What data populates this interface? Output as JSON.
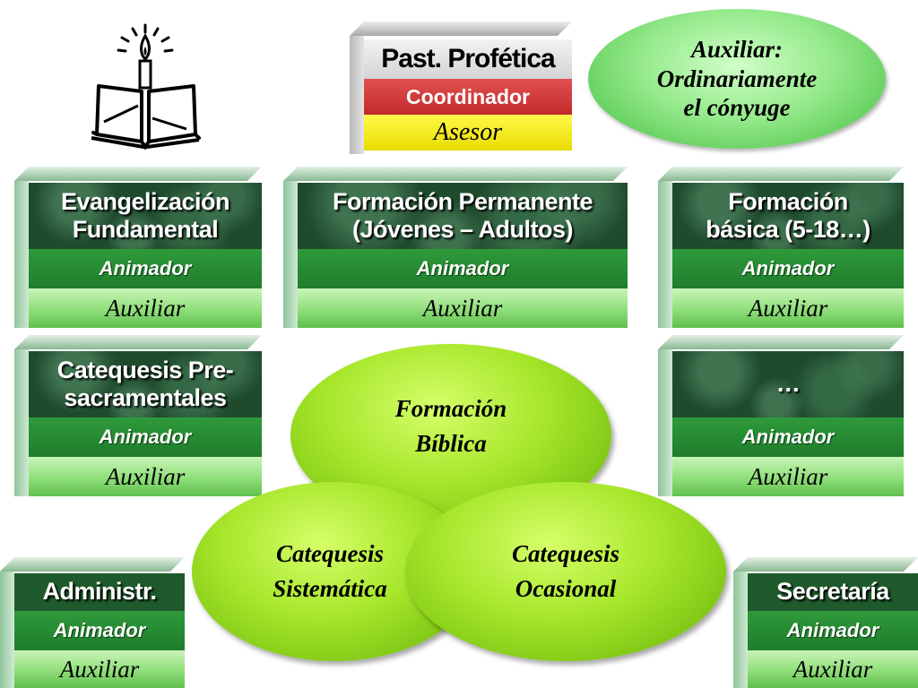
{
  "coordinator": {
    "title": "Past. Profética",
    "role1": "Coordinador",
    "role2": "Asesor"
  },
  "note": {
    "line1": "Auxiliar:",
    "line2": "Ordinariamente",
    "line3": "el cónyuge"
  },
  "areas": [
    {
      "line1": "Evangelización",
      "line2": "Fundamental",
      "animador": "Animador",
      "auxiliar": "Auxiliar"
    },
    {
      "line1": "Formación Permanente",
      "line2": "(Jóvenes – Adultos)",
      "animador": "Animador",
      "auxiliar": "Auxiliar"
    },
    {
      "line1": "Formación",
      "line2": "básica (5-18…)",
      "animador": "Animador",
      "auxiliar": "Auxiliar"
    },
    {
      "line1": "Catequesis Pre-",
      "line2": "sacramentales",
      "animador": "Animador",
      "auxiliar": "Auxiliar"
    },
    {
      "line1": "…",
      "line2": "",
      "animador": "Animador",
      "auxiliar": "Auxiliar"
    },
    {
      "line1": "Administr.",
      "line2": "",
      "animador": "Animador",
      "auxiliar": "Auxiliar"
    },
    {
      "line1": "Secretaría",
      "line2": "",
      "animador": "Animador",
      "auxiliar": "Auxiliar"
    }
  ],
  "bubbles": {
    "top": {
      "line1": "Formación",
      "line2": "Bíblica"
    },
    "left": {
      "line1": "Catequesis",
      "line2": "Sistemática"
    },
    "right": {
      "line1": "Catequesis",
      "line2": "Ocasional"
    }
  },
  "colors": {
    "dark_green": "#1f4a2c",
    "animador_green": "#2e9a3a",
    "auxiliar_green": "#8fde7a",
    "coordinator_red": "#c42a2a",
    "asesor_yellow": "#e8dc00",
    "bubble_green": "#a6e62a"
  },
  "icons": {
    "logo": "open-bible-with-candle-icon"
  }
}
